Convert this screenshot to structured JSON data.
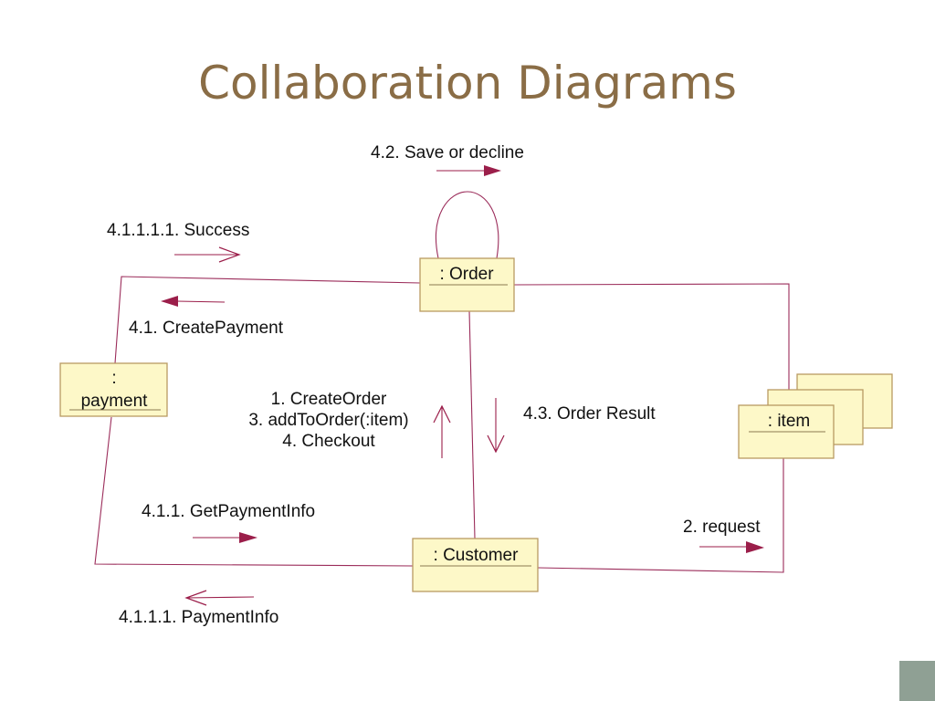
{
  "title": "Collaboration Diagrams",
  "objects": {
    "order": ": Order",
    "customer": ": Customer",
    "payment_line1": ":",
    "payment_line2": "payment",
    "item": ": item"
  },
  "messages": {
    "save_or_decline": "4.2. Save or decline",
    "success": "4.1.1.1.1. Success",
    "create_payment": "4.1. CreatePayment",
    "create_order": "1. CreateOrder",
    "add_to_order": "3. addToOrder(:item)",
    "checkout": "4. Checkout",
    "order_result": "4.3. Order Result",
    "get_payment_info": "4.1.1. GetPaymentInfo",
    "payment_info": "4.1.1.1. PaymentInfo",
    "request": "2. request"
  },
  "colors": {
    "title": "#8a6d46",
    "object_fill": "#fdf8c8",
    "object_border": "#b99a62",
    "arrow": "#9b1e4a",
    "corner_block": "#8fa094"
  }
}
